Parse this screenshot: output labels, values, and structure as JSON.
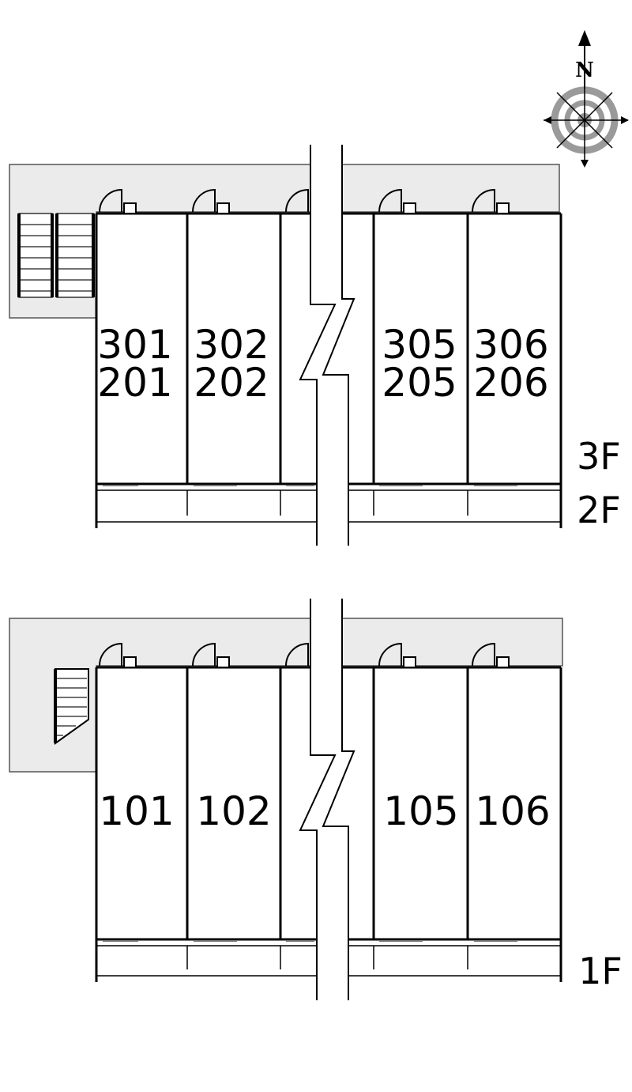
{
  "compass": {
    "north_label": "N",
    "icon": "compass-rose-icon"
  },
  "upper_block": {
    "floor_labels": [
      "3F",
      "2F"
    ],
    "units": [
      {
        "top": "301",
        "bottom": "201"
      },
      {
        "top": "302",
        "bottom": "202"
      },
      {
        "top": "305",
        "bottom": "205"
      },
      {
        "top": "306",
        "bottom": "206"
      }
    ]
  },
  "lower_block": {
    "floor_labels": [
      "1F"
    ],
    "units": [
      {
        "label": "101"
      },
      {
        "label": "102"
      },
      {
        "label": "105"
      },
      {
        "label": "106"
      }
    ]
  },
  "colors": {
    "corridor": "#ebebeb",
    "line": "#000000",
    "compass_ring": "#9a9a9a"
  }
}
